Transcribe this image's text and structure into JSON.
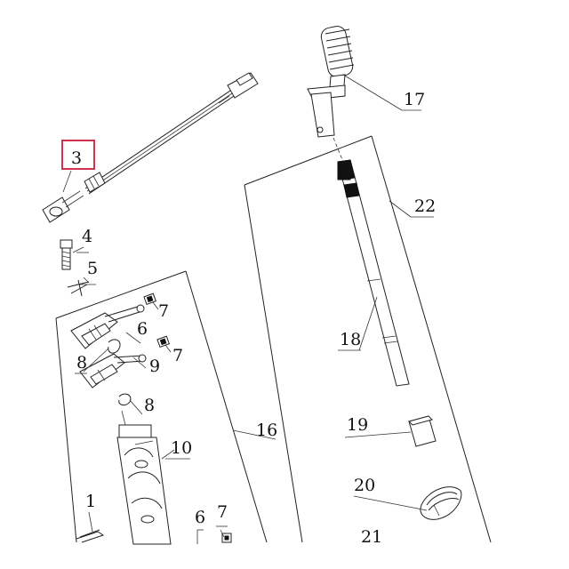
{
  "callouts": {
    "c1": "1",
    "c3": "3",
    "c4": "4",
    "c5": "5",
    "c6a": "6",
    "c6b": "6",
    "c7a": "7",
    "c7b": "7",
    "c7c": "7",
    "c8a": "8",
    "c8b": "8",
    "c9": "9",
    "c10": "10",
    "c16": "16",
    "c17": "17",
    "c18": "18",
    "c19": "19",
    "c20": "20",
    "c21": "21",
    "c22": "22"
  },
  "highlight": {
    "callout": "3",
    "color": "#d0334a"
  }
}
